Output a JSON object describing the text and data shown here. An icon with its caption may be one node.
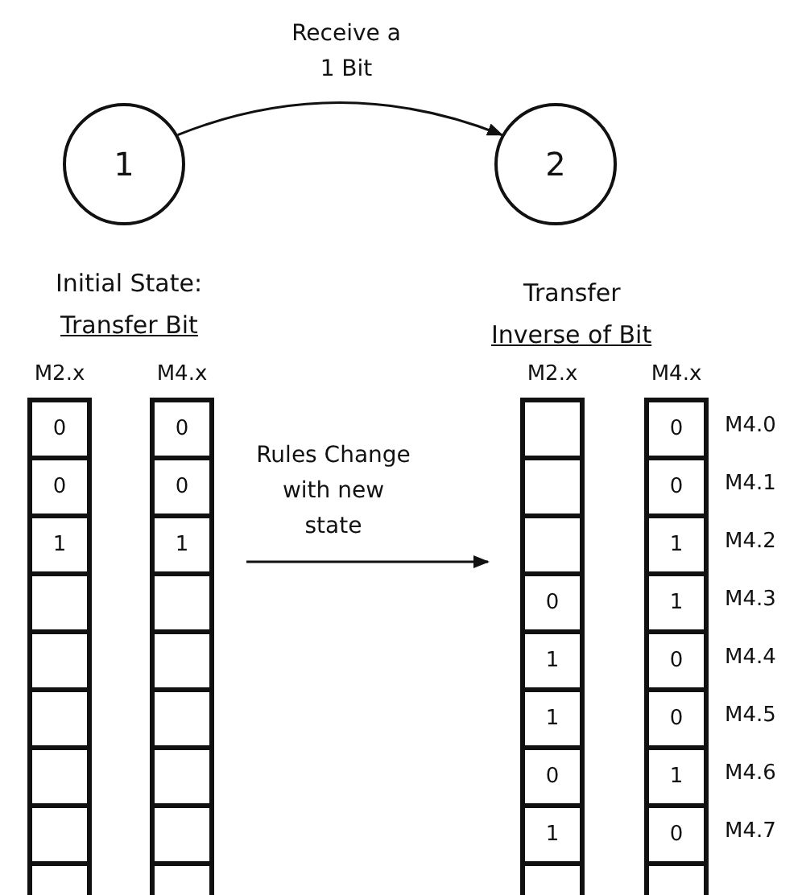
{
  "diagram": {
    "nodes": [
      {
        "text": [
          "1"
        ]
      },
      {
        "text": [
          "2"
        ]
      },
      {
        "text": [
          "M2.x",
          "0",
          "0",
          "1"
        ]
      },
      {
        "text": [
          "M4.x",
          "0",
          "0",
          "1"
        ]
      },
      {
        "text": [
          "M2.x",
          "0",
          "1",
          "1",
          "0",
          "1"
        ]
      },
      {
        "text": [
          "M4.x",
          "0",
          "0",
          "1",
          "1",
          "0",
          "0",
          "1",
          "0"
        ],
        "beside": [
          "M4.0",
          "M4.1",
          "M4.2",
          "M4.3",
          "M4.4",
          "M4.5",
          "M4.6",
          "M4.7"
        ]
      }
    ],
    "edges": [
      {
        "from": 0,
        "to": 1,
        "arrow": "to",
        "label": "Receive a 1 Bit"
      },
      {
        "from": 3,
        "to": 4,
        "arrow": "to",
        "label": "Rules Change with new state"
      }
    ],
    "labels": [
      "Initial State:",
      "Transfer Bit",
      "Transfer",
      "Inverse of Bit"
    ]
  }
}
